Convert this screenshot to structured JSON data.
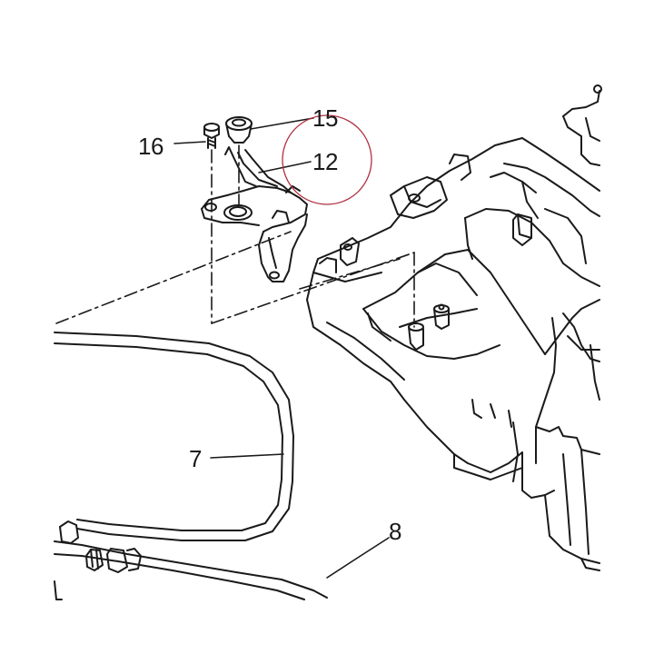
{
  "callouts": {
    "c16": "16",
    "c15": "15",
    "c12": "12",
    "c7": "7",
    "c8": "8"
  },
  "colors": {
    "line": "#1a1a1a",
    "highlight_circle": "#b03040",
    "fill": "#ffffff"
  }
}
